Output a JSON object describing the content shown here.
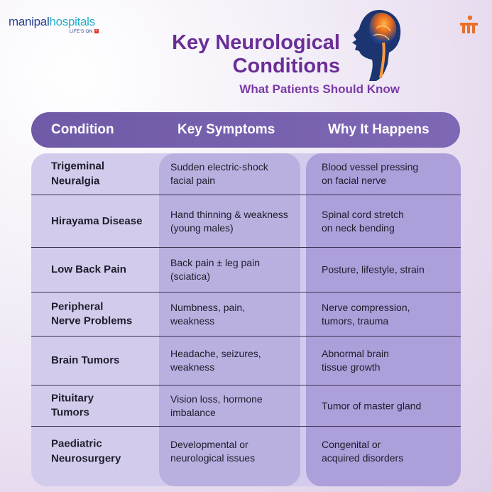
{
  "logo": {
    "name_part1": "manipal",
    "name_part2": "hospitals",
    "tagline": "LIFE'S ON",
    "tag_plus": "+"
  },
  "title": {
    "line1": "Key Neurological",
    "line2": "Conditions",
    "subtitle": "What Patients Should Know"
  },
  "table": {
    "headers": [
      "Condition",
      "Key Symptoms",
      "Why It Happens"
    ],
    "rows": [
      {
        "condition": [
          "Trigeminal",
          "Neuralgia"
        ],
        "symptoms": [
          "Sudden electric-shock",
          "facial pain"
        ],
        "cause": [
          "Blood vessel pressing",
          "on facial nerve"
        ]
      },
      {
        "condition": [
          "Hirayama Disease"
        ],
        "symptoms": [
          "Hand thinning & weakness",
          "(young males)"
        ],
        "cause": [
          "Spinal cord stretch",
          "on neck bending"
        ]
      },
      {
        "condition": [
          "Low Back Pain"
        ],
        "symptoms": [
          "Back pain ± leg pain",
          "(sciatica)"
        ],
        "cause": [
          "Posture, lifestyle, strain"
        ]
      },
      {
        "condition": [
          "Peripheral",
          "Nerve Problems"
        ],
        "symptoms": [
          "Numbness, pain,",
          "weakness"
        ],
        "cause": [
          "Nerve compression,",
          "tumors, trauma"
        ]
      },
      {
        "condition": [
          "Brain Tumors"
        ],
        "symptoms": [
          "Headache, seizures,",
          "weakness"
        ],
        "cause": [
          "Abnormal brain",
          "tissue growth"
        ]
      },
      {
        "condition": [
          "Pituitary",
          "Tumors"
        ],
        "symptoms": [
          "Vision loss, hormone",
          "imbalance"
        ],
        "cause": [
          "Tumor of master gland"
        ]
      },
      {
        "condition": [
          "Paediatric",
          "Neurosurgery"
        ],
        "symptoms": [
          "Developmental or",
          "neurological issues"
        ],
        "cause": [
          "Congenital or",
          "acquired disorders"
        ]
      }
    ]
  },
  "colors": {
    "title": "#6a2e96",
    "header_bar": "#7562ad",
    "brand_orange": "#e8702a",
    "logo_blue": "#2a3f8f",
    "logo_teal": "#23b0c8"
  },
  "icons": [
    "brain-spine-illustration",
    "manipal-brand-icon"
  ]
}
